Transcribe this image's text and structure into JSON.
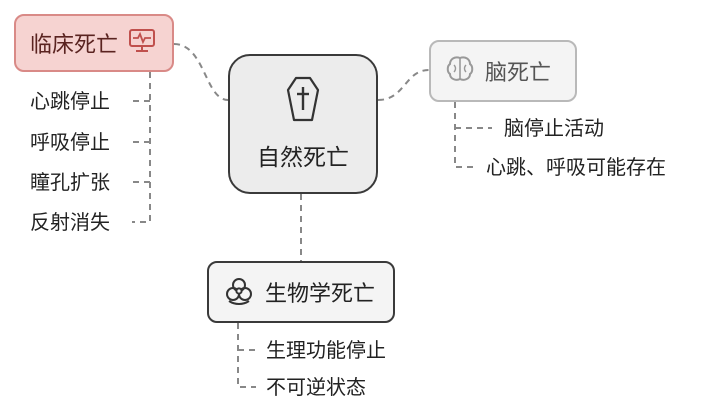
{
  "center": {
    "label": "自然死亡",
    "icon": "coffin-cross-icon"
  },
  "clinical": {
    "label": "临床死亡",
    "icon": "monitor-heartbeat-icon",
    "children": [
      "心跳停止",
      "呼吸停止",
      "瞳孔扩张",
      "反射消失"
    ]
  },
  "brain": {
    "label": "脑死亡",
    "icon": "brain-icon",
    "children": [
      "脑停止活动",
      "心跳、呼吸可能存在"
    ]
  },
  "biological": {
    "label": "生物学死亡",
    "icon": "biohazard-icon",
    "children": [
      "生理功能停止",
      "不可逆状态"
    ]
  },
  "colors": {
    "clinical_fill": "#f6d3d1",
    "clinical_border": "#d98a87",
    "center_fill": "#ececec",
    "muted_border": "#b9b9b9",
    "line": "#888888"
  }
}
